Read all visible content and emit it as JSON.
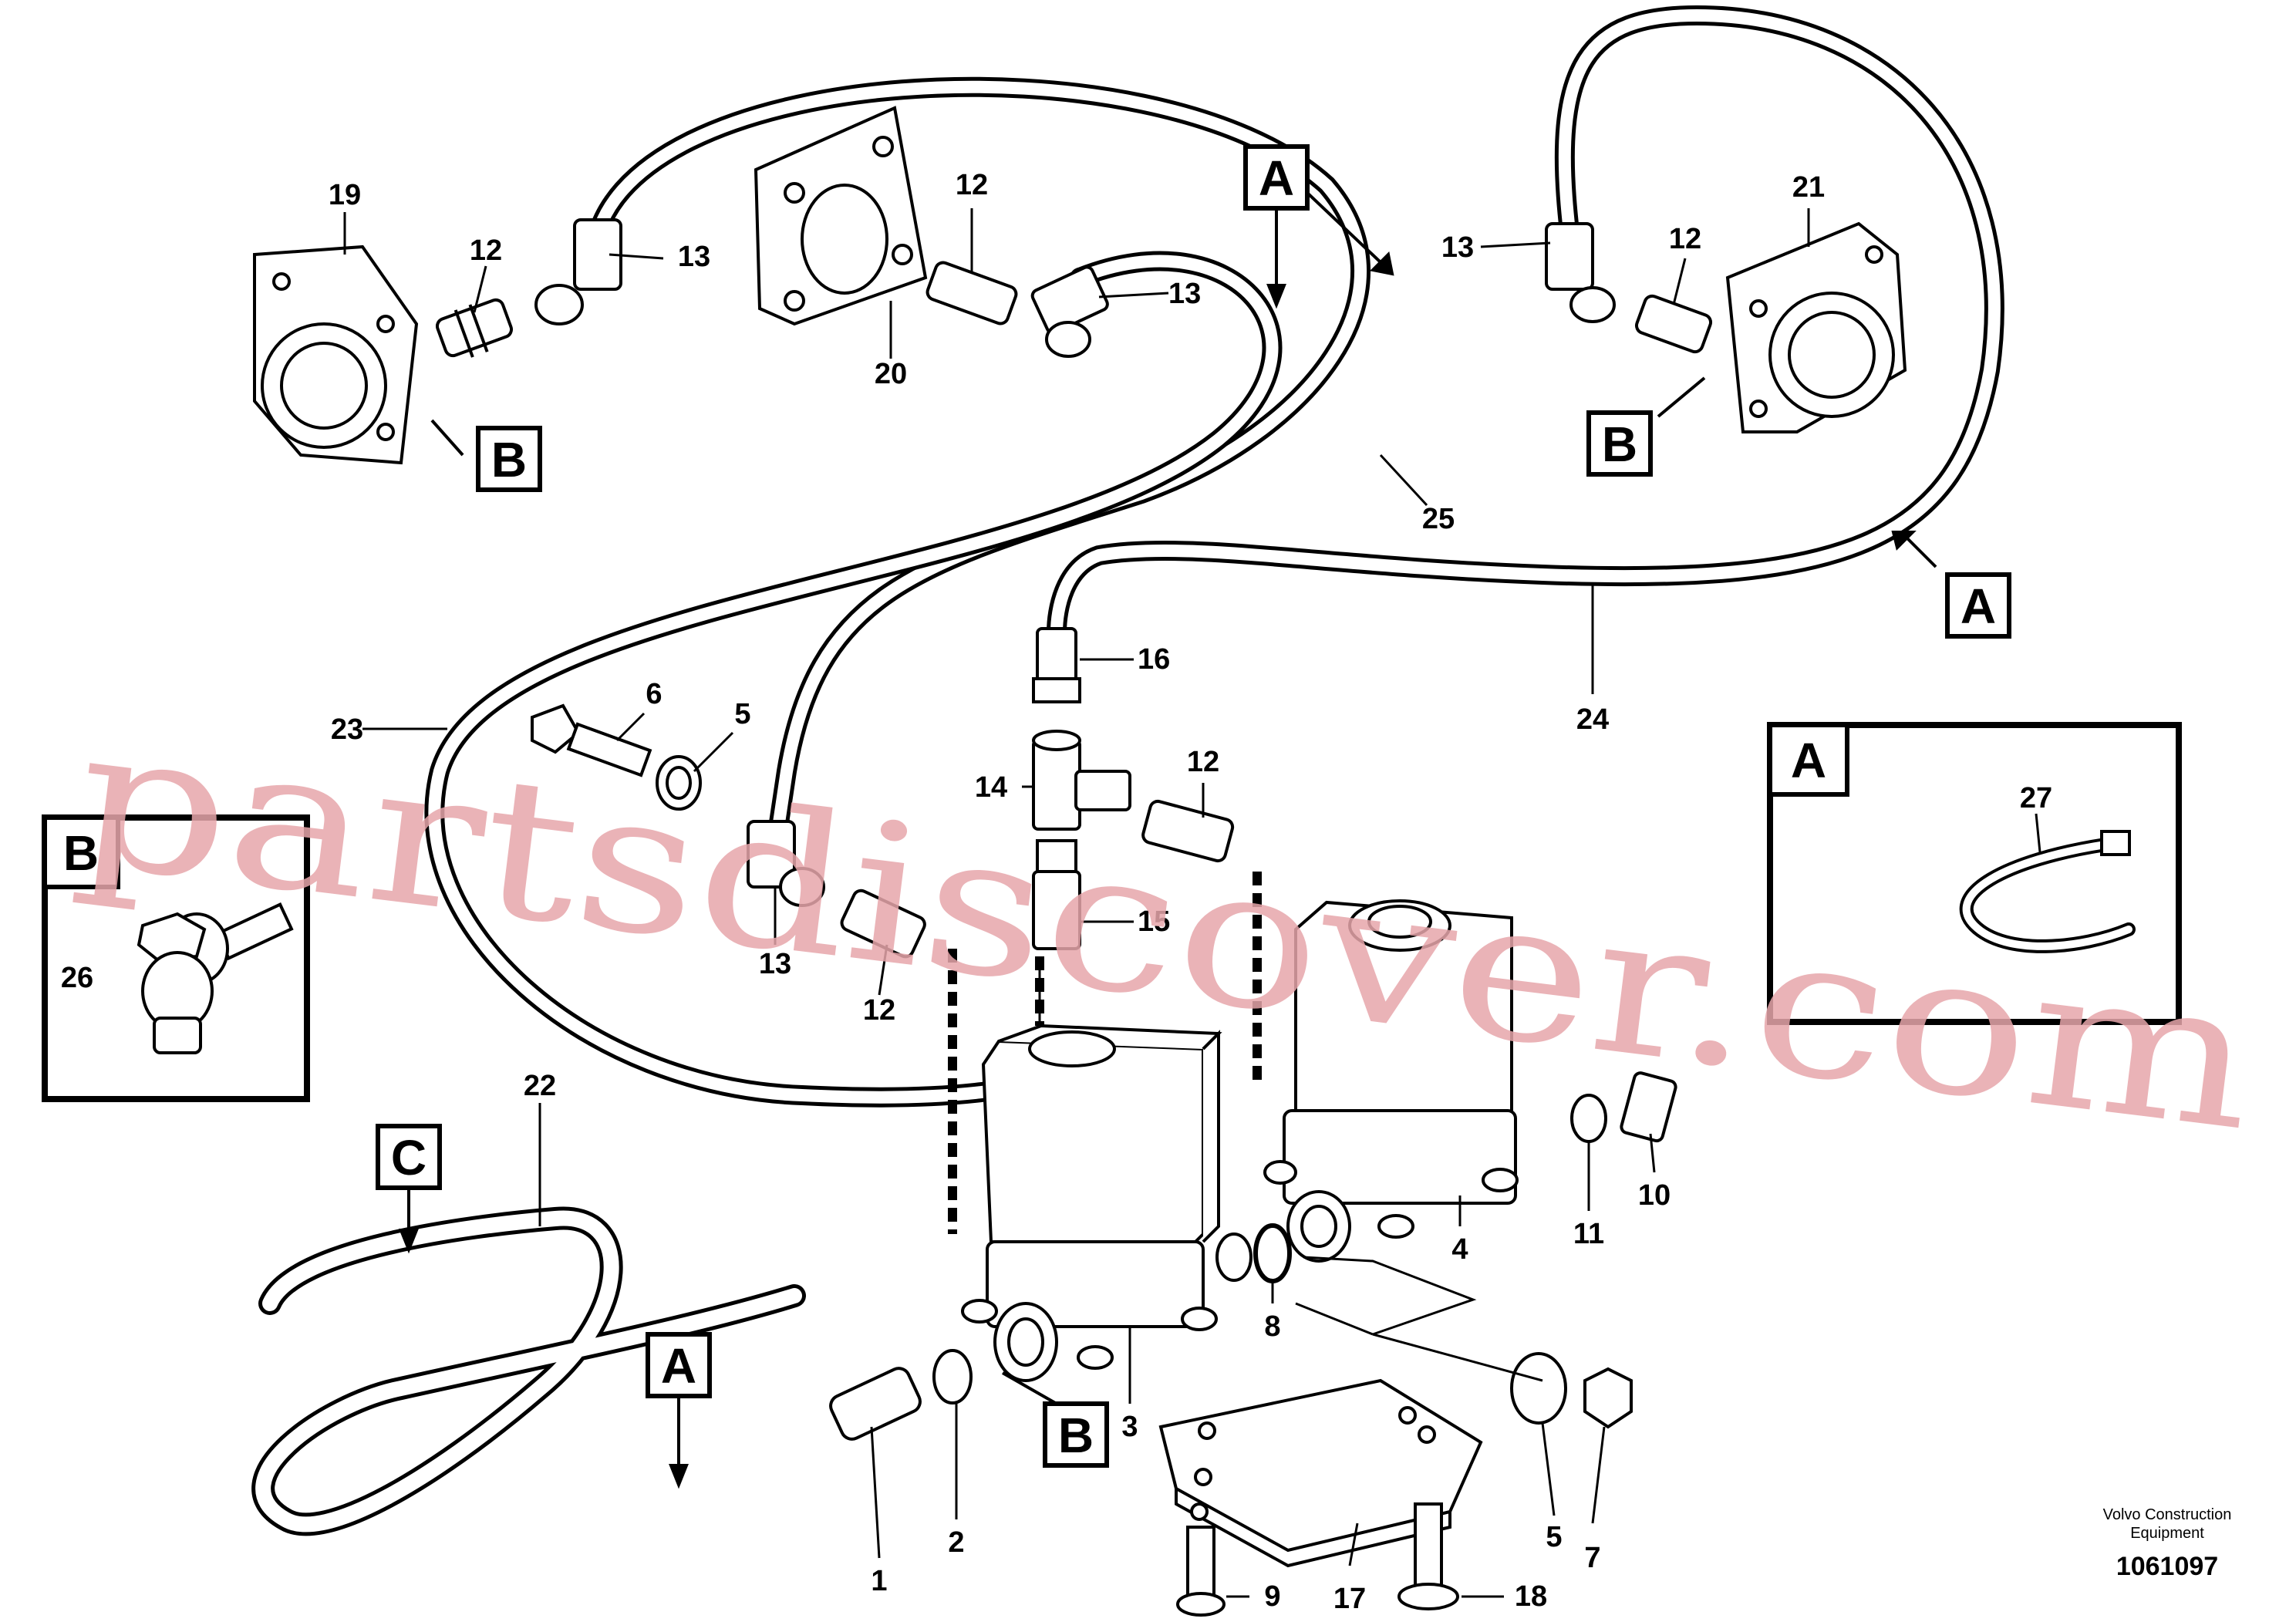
{
  "labels": {
    "n1": "1",
    "n2": "2",
    "n3": "3",
    "n4": "4",
    "n5a": "5",
    "n5b": "5",
    "n6": "6",
    "n7": "7",
    "n8": "8",
    "n9": "9",
    "n10": "10",
    "n11": "11",
    "n12a": "12",
    "n12b": "12",
    "n12c": "12",
    "n12d": "12",
    "n12e": "12",
    "n13a": "13",
    "n13b": "13",
    "n13c": "13",
    "n13d": "13",
    "n14": "14",
    "n15": "15",
    "n16": "16",
    "n17": "17",
    "n18": "18",
    "n19": "19",
    "n20": "20",
    "n21": "21",
    "n22": "22",
    "n23": "23",
    "n24": "24",
    "n25": "25",
    "n26": "26",
    "n27": "27"
  },
  "boxes": {
    "a1": "A",
    "a2": "A",
    "a3": "A",
    "a_detail": "A",
    "b1": "B",
    "b2": "B",
    "b3": "B",
    "b_detail": "B",
    "c1": "C"
  },
  "footer": {
    "company_line1": "Volvo Construction",
    "company_line2": "Equipment",
    "drawing_number": "1061097"
  },
  "watermark": "partsdiscover.com",
  "colors": {
    "line": "#000000",
    "watermark": "#e7a6ab",
    "background": "#ffffff"
  }
}
